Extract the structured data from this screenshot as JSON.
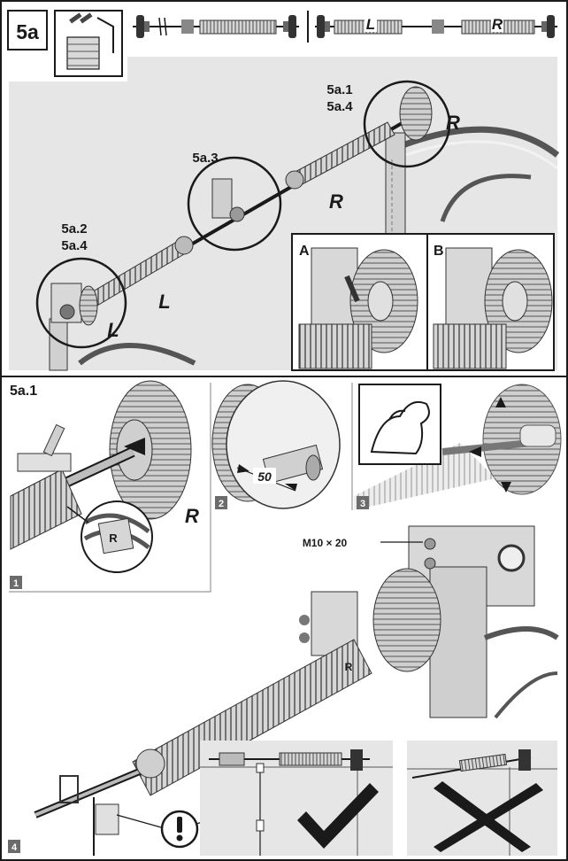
{
  "step": {
    "number": "5a"
  },
  "top_bar": {
    "left_label": "L",
    "right_label": "R"
  },
  "overview": {
    "callout_right": "5a.1",
    "callout_right_b": "5a.4",
    "callout_mid": "5a.3",
    "callout_left": "5a.2",
    "callout_left_b": "5a.4",
    "spring_right_label": "R",
    "spring_left_label": "L",
    "drum_right_label": "R",
    "drum_left_label": "L"
  },
  "variants": {
    "a": "A",
    "b": "B"
  },
  "section_title": "5a.1",
  "panels": {
    "p1": {
      "number": "1",
      "drum_label": "R",
      "tag_label": "R"
    },
    "p2": {
      "number": "2",
      "dimension": "50"
    },
    "p3": {
      "number": "3"
    },
    "p4": {
      "number": "4",
      "bolt_spec": "M10 × 20",
      "spring_tag": "R"
    }
  },
  "colors": {
    "line": "#1a1a1a",
    "panel_gray": "#e6e6e6",
    "metal": "#bdbdbd"
  }
}
